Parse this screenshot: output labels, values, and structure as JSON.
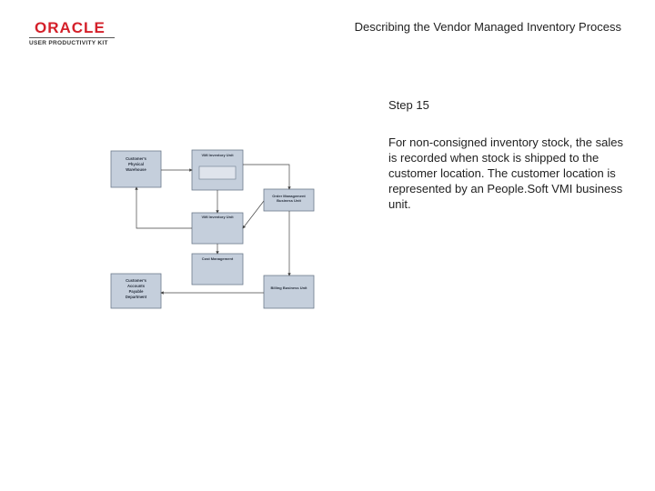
{
  "logo": {
    "brand": "ORACLE",
    "subtitle": "USER PRODUCTIVITY KIT"
  },
  "header": {
    "title": "Describing the Vendor Managed Inventory Process"
  },
  "step": {
    "title": "Step 15",
    "description": "For non-consigned inventory stock, the sales is recorded when stock is shipped to the customer location. The customer location is represented by an People.Soft VMI business unit."
  },
  "diagram": {
    "nodes": {
      "customer_warehouse": [
        "Customer's",
        "Physical",
        "Warehouse"
      ],
      "vmi_inventory": [
        "VMI Inventory Unit"
      ],
      "order_management": [
        "Order Management",
        "Business Unit"
      ],
      "vmi_inventory_bu": [
        "VMI Inventory Unit"
      ],
      "cost_management": [
        "Cost Management"
      ],
      "billing": [
        "Billing Business Unit"
      ],
      "customer_ap": [
        "Customer's",
        "Accounts",
        "Payable",
        "Department"
      ]
    },
    "colors": {
      "box_fill": "#c5cfdc",
      "box_stroke": "#6c7a8c",
      "arrow": "#444444"
    }
  }
}
